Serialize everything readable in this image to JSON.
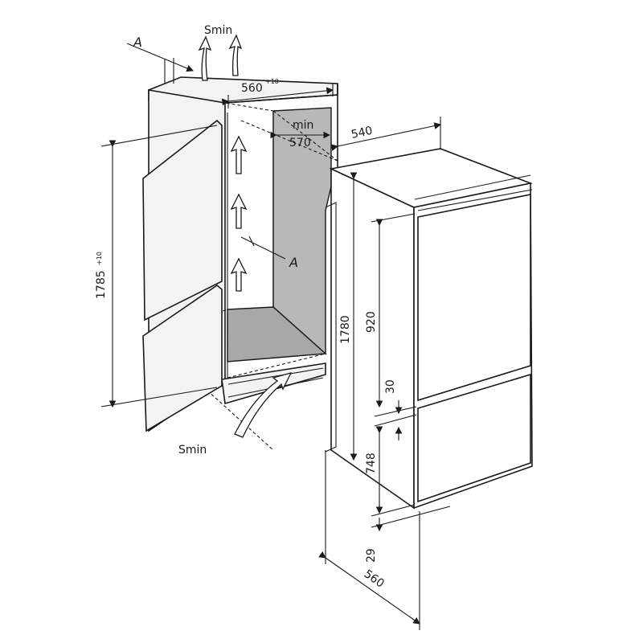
{
  "labels": {
    "smin_top": "Smin",
    "smin_bottom": "Smin",
    "section_a_top": "A",
    "section_a_mid": "A",
    "niche_width": "560",
    "niche_width_tol": "+10",
    "niche_min_label": "min",
    "niche_min_depth": "570",
    "appliance_depth": "540",
    "niche_height": "1785",
    "niche_height_tol": "+10",
    "appliance_height": "1780",
    "upper_door_height": "920",
    "door_gap": "30",
    "lower_door_height": "748",
    "base_gap": "29",
    "appliance_width": "560"
  }
}
